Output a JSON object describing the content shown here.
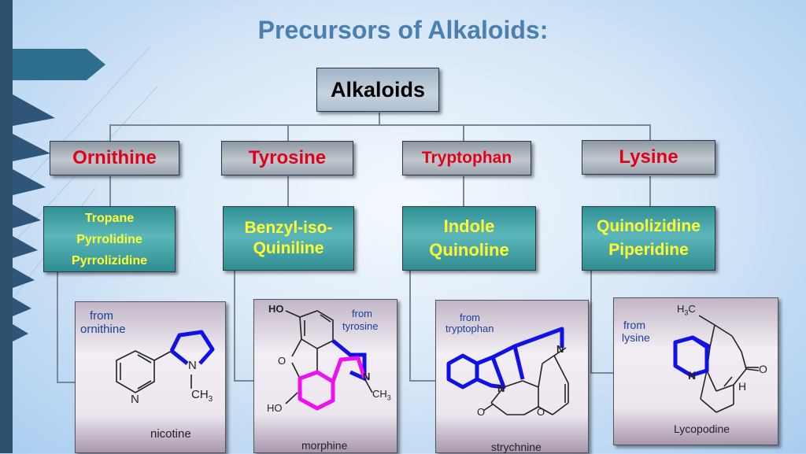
{
  "title": "Precursors of Alkaloids:",
  "root": {
    "label": "Alkaloids"
  },
  "precursors": [
    {
      "label": "Ornithine",
      "color": "#e0001a"
    },
    {
      "label": "Tyrosine",
      "color": "#e0001a"
    },
    {
      "label": "Tryptophan",
      "color": "#e0001a"
    },
    {
      "label": "Lysine",
      "color": "#e0001a"
    }
  ],
  "types": [
    {
      "lines": [
        "Tropane",
        "Pyrrolidine",
        "Pyrrolizidine"
      ]
    },
    {
      "lines": [
        "Benzyl-iso-",
        "Quiniline"
      ]
    },
    {
      "lines": [
        "Indole",
        "Quinoline"
      ]
    },
    {
      "lines": [
        "Quinolizidine",
        "Piperidine"
      ]
    }
  ],
  "structures": [
    {
      "from_line1": "from",
      "from_line2": "ornithine",
      "name": "nicotine",
      "atoms": {
        "n_ring": "N",
        "n_pyr": "N",
        "ch3": "CH",
        "sub3": "3"
      }
    },
    {
      "from_line1": "from",
      "from_line2": "tyrosine",
      "name": "morphine",
      "atoms": {
        "ho_top": "HO",
        "o": "O",
        "ho_bottom": "HO",
        "n": "N",
        "ch3": "CH",
        "sub3": "3"
      }
    },
    {
      "from_line1": "from",
      "from_line2": "tryptophan",
      "name": "strychnine",
      "atoms": {
        "n_top": "N",
        "n_indole": "N",
        "o_keto": "O",
        "o_ether": "O"
      }
    },
    {
      "from_line1": "from",
      "from_line2": "lysine",
      "name": "Lycopodine",
      "atoms": {
        "h3c": "H",
        "h3c_sub": "3",
        "h3c_c": "C",
        "n": "N",
        "o": "O",
        "h": "H"
      }
    }
  ],
  "colors": {
    "highlight_blue": "#1010e8",
    "highlight_magenta": "#ee10ee",
    "title_blue": "#4a7fb0",
    "type_text": "#ffff33"
  }
}
